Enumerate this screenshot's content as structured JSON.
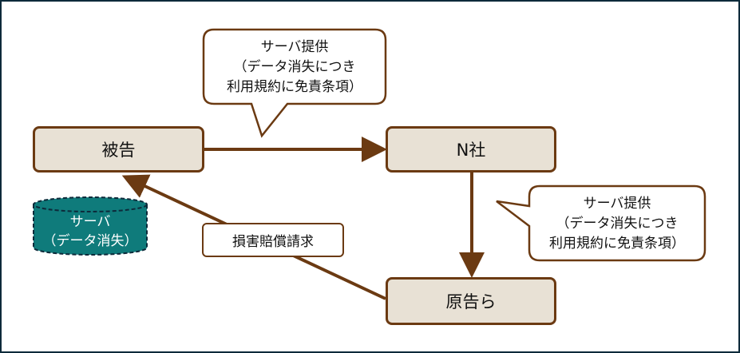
{
  "nodes": {
    "defendant": "被告",
    "n_company": "N社",
    "plaintiffs": "原告ら"
  },
  "callout_top": {
    "line1": "サーバ提供",
    "line2": "（データ消失につき",
    "line3": "利用規約に免責条項）"
  },
  "callout_right": {
    "line1": "サーバ提供",
    "line2": "（データ消失につき",
    "line3": "利用規約に免責条項）"
  },
  "claim_label": "損害賠償請求",
  "server": {
    "line1": "サーバ",
    "line2": "（データ消失）"
  },
  "colors": {
    "arrow": "#6b3a12",
    "box_fill": "#e8e1d5",
    "server_fill": "#0f7b7b",
    "frame": "#0d2a3a"
  }
}
